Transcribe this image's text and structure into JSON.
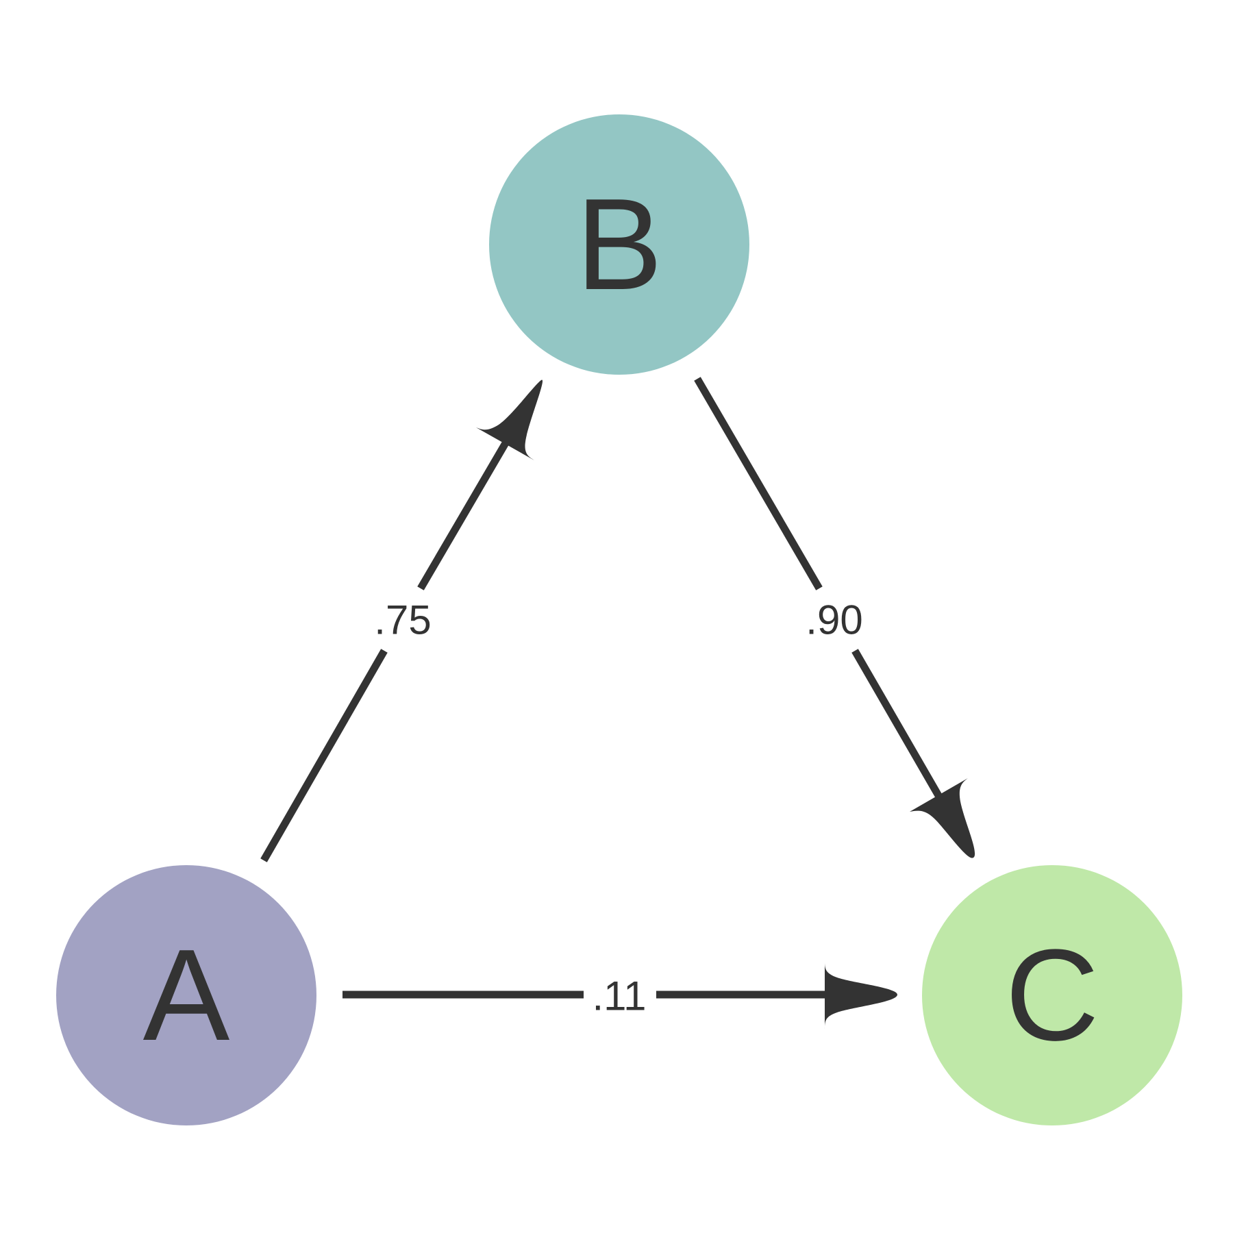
{
  "colors": {
    "edge": "#333333",
    "text": "#333333",
    "background": "#ffffff"
  },
  "nodes": {
    "a": {
      "label": "A",
      "color": "#a2a2c3"
    },
    "b": {
      "label": "B",
      "color": "#93c6c4"
    },
    "c": {
      "label": "C",
      "color": "#bfe8a8"
    }
  },
  "edges": {
    "a_to_b": {
      "from": "A",
      "to": "B",
      "label": ".75"
    },
    "b_to_c": {
      "from": "B",
      "to": "C",
      "label": ".90"
    },
    "a_to_c": {
      "from": "A",
      "to": "C",
      "label": ".11"
    }
  }
}
